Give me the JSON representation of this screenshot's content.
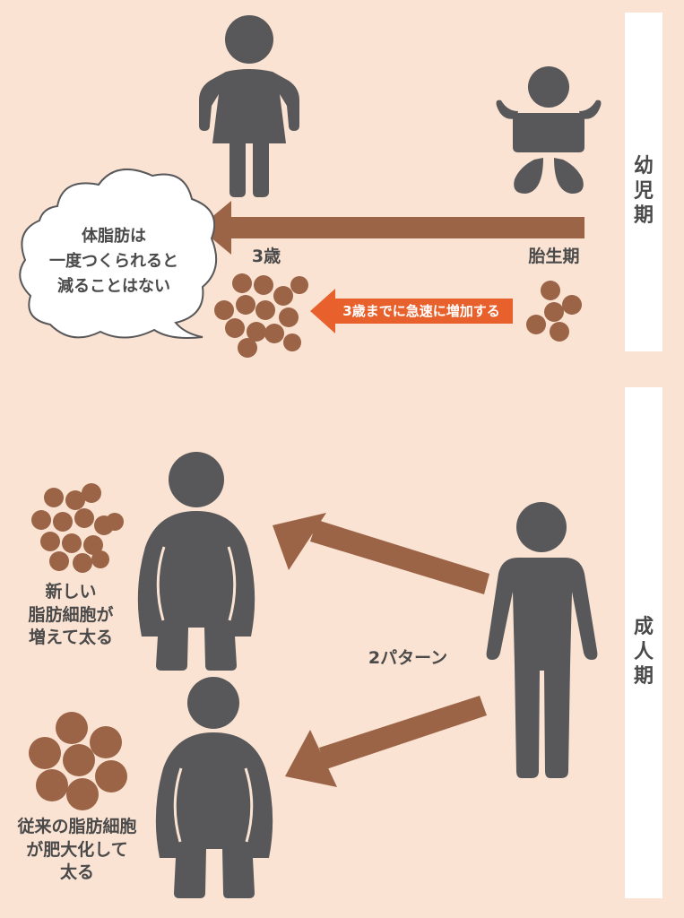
{
  "colors": {
    "background": "#fbe3d3",
    "figure": "#58585a",
    "arrow_brown": "#9b6446",
    "fat_cell": "#9b6446",
    "orange": "#e8612d",
    "panel": "#ffffff"
  },
  "icons": [
    "woman-figure",
    "baby-figure",
    "obese-figure",
    "obese-figure",
    "adult-figure"
  ],
  "side_labels": {
    "infancy": [
      "幼",
      "児",
      "期"
    ],
    "adulthood": [
      "成",
      "人",
      "期"
    ]
  },
  "infancy": {
    "speech_lines": [
      "体脂肪は",
      "一度つくられると",
      "減ることはない"
    ],
    "age3_label": "3歳",
    "fetal_label": "胎生期",
    "rapid_increase_label": "3歳までに急速に増加する"
  },
  "adulthood": {
    "patterns_label": "2パターン",
    "pattern1_lines": [
      "新しい",
      "脂肪細胞が",
      "増えて太る"
    ],
    "pattern2_lines": [
      "従来の脂肪細胞",
      "が肥大化して",
      "太る"
    ]
  }
}
